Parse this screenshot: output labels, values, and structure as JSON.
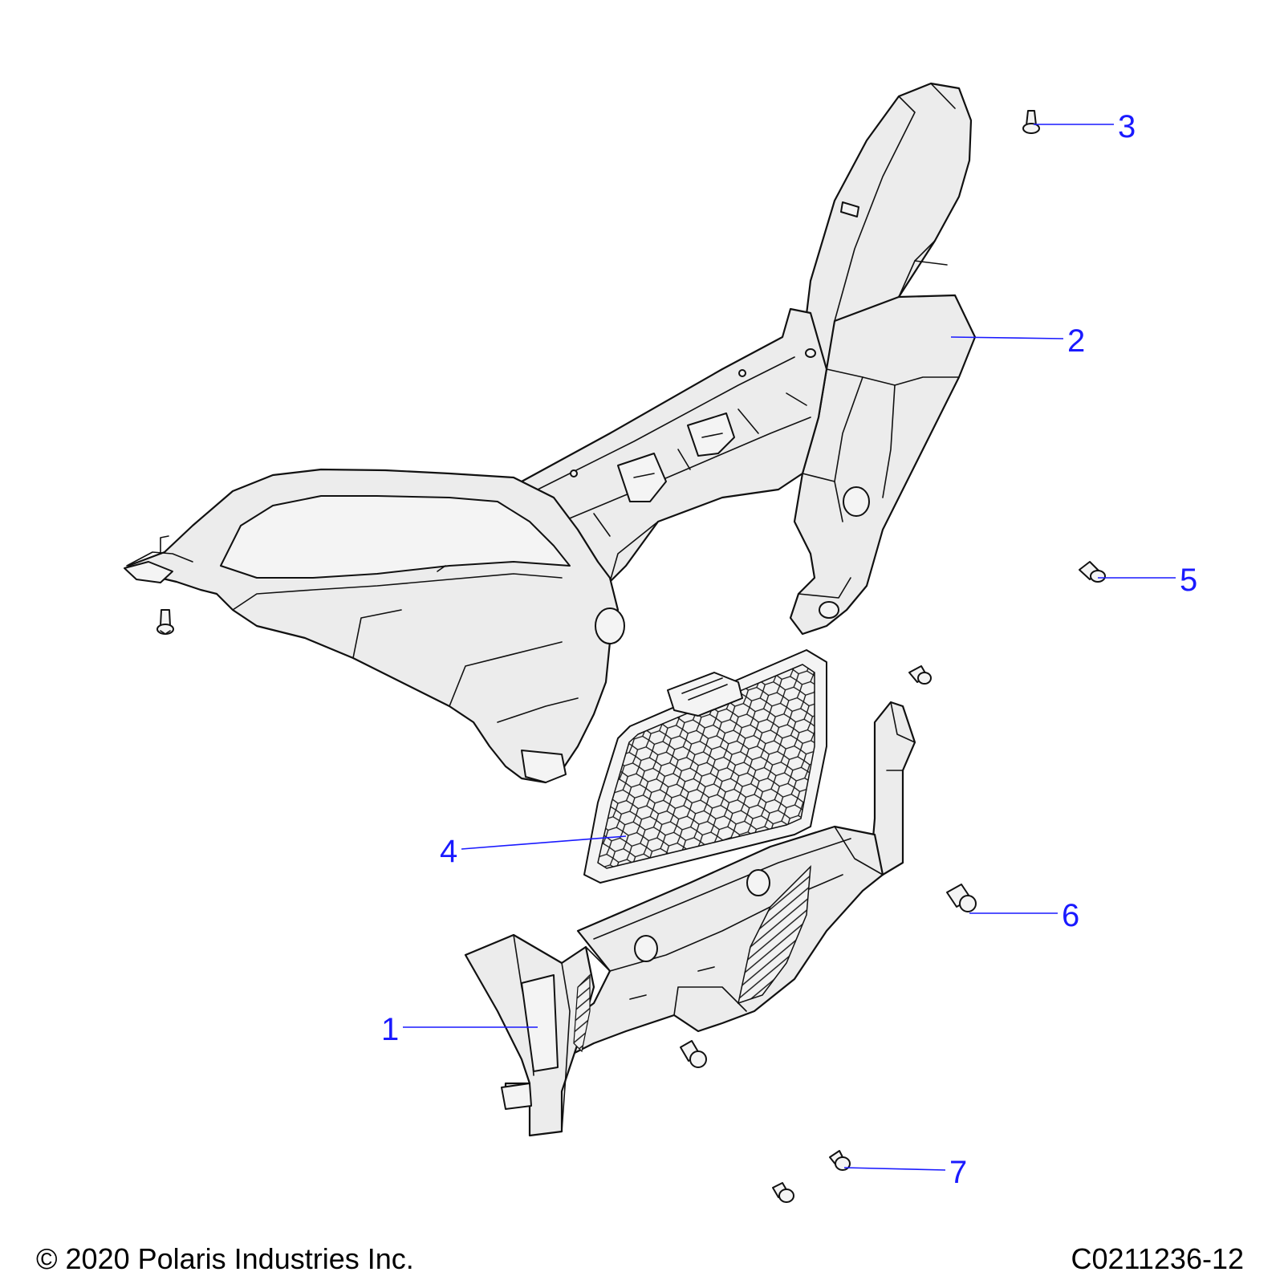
{
  "callouts": [
    {
      "number": "1",
      "id": "part-1"
    },
    {
      "number": "2",
      "id": "part-2"
    },
    {
      "number": "3",
      "id": "part-3"
    },
    {
      "number": "4",
      "id": "part-4"
    },
    {
      "number": "5",
      "id": "part-5"
    },
    {
      "number": "6",
      "id": "part-6"
    },
    {
      "number": "7",
      "id": "part-7"
    }
  ],
  "footer": {
    "copyright": "© 2020 Polaris Industries Inc.",
    "drawing_number": "C0211236-12"
  },
  "colors": {
    "callout": "#1a1aff",
    "line": "#111111",
    "part_fill": "#ececec"
  }
}
